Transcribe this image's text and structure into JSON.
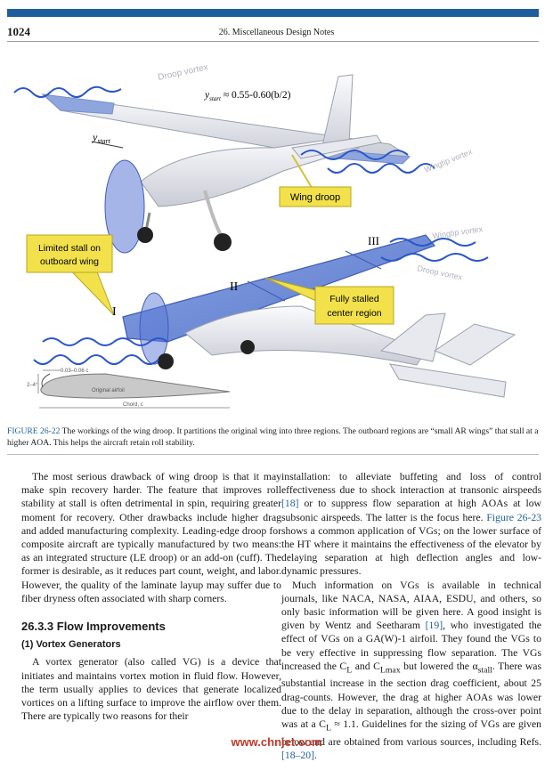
{
  "header": {
    "page_number": "1024",
    "running_title": "26. Miscellaneous Design Notes"
  },
  "figure": {
    "labels": {
      "droop_vortex_top": "Droop vortex",
      "ystart_eq": "y",
      "ystart_eq_sub": "start",
      "ystart_eq_rest": " ≈ 0.55-0.60(b/2)",
      "ystart": "y",
      "ystart_sub": "start",
      "wingtip_vortex_top": "Wingtip vortex",
      "wing_droop": "Wing droop",
      "limited_stall_1": "Limited stall on",
      "limited_stall_2": "outboard wing",
      "wingtip_vortex_mid": "Wingtip vortex",
      "droop_vortex_mid": "Droop vortex",
      "region_I": "I",
      "region_II": "II",
      "region_III": "III",
      "fully_stalled_1": "Fully stalled",
      "fully_stalled_2": "center region",
      "dim_chord_frac": "0.03–0.06 c",
      "dim_height": "2–4°",
      "original_airfoil": "Original airfoil",
      "chord": "Chord, c"
    }
  },
  "caption": {
    "label": "FIGURE 26-22",
    "text": "The workings of the wing droop. It partitions the original wing into three regions. The outboard regions are “small AR wings” that stall at a higher AOA. This helps the aircraft retain roll stability."
  },
  "body": {
    "left_p1": "The most serious drawback of wing droop is that it may make spin recovery harder. The feature that improves roll stability at stall is often detrimental in spin, requiring greater moment for recovery. Other drawbacks include higher drag and added manufacturing complexity. Leading-edge droop for composite aircraft are typically manufactured by two means: as an integrated structure (LE droop) or an add-on (cuff). The former is desirable, as it reduces part count, weight, and labor. However, the quality of the laminate layup may suffer due to fiber dryness often associated with sharp corners.",
    "section_heading": "26.3.3 Flow Improvements",
    "subsection_heading": "(1) Vortex Generators",
    "left_p2": "A vortex generator (also called VG) is a device that initiates and maintains vortex motion in fluid flow. However, the term usually applies to devices that generate localized vortices on a lifting surface to improve the airflow over them. There are typically two reasons for their",
    "right_p1_a": "installation: to alleviate buffeting and loss of control effectiveness due to shock interaction at transonic airspeeds ",
    "right_p1_ref1": "[18]",
    "right_p1_b": " or to suppress flow separation at high AOAs at low subsonic airspeeds. The latter is the focus here. ",
    "right_p1_fig": "Figure 26-23",
    "right_p1_c": " shows a common application of VGs; on the lower surface of the HT where it maintains the effectiveness of the elevator by delaying separation at high deflection angles and low-dynamic pressures.",
    "right_p2_a": "Much information on VGs is available in technical journals, like NACA, NASA, AIAA, ESDU, and others, so only basic information will be given here. A good insight is given by Wentz and Seetharam ",
    "right_p2_ref": "[19]",
    "right_p2_b": ", who investigated the effect of VGs on a GA(W)-1 airfoil. They found the VGs to be very effective in suppressing flow separation. The VGs increased the C",
    "right_p2_sub1": "L",
    "right_p2_c": " and C",
    "right_p2_sub2": "Lmax",
    "right_p2_d": " but lowered the α",
    "right_p2_sub3": "stall",
    "right_p2_e": ". There was substantial increase in the section drag coefficient, about 25 drag-counts. However, the drag at higher AOAs was lower due to the delay in separation, although the cross-over point was at a C",
    "right_p2_sub4": "L",
    "right_p2_f": " ≈ 1.1. Guidelines for the sizing of VGs are given below and are obtained from various sources, including Refs. ",
    "right_p2_ref2": "[18–20]",
    "right_p2_g": "."
  },
  "watermark": "www.chnjet.com",
  "colors": {
    "accent": "#1f5e9c",
    "callout": "#f2e14a",
    "wing_blue": "#6f8fd8",
    "vortex": "#2a57c9"
  }
}
